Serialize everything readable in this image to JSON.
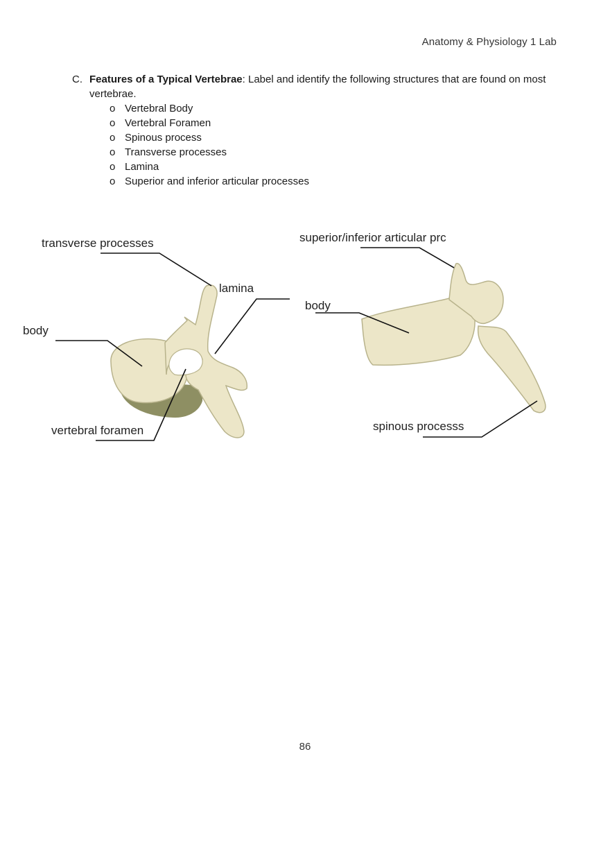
{
  "header": {
    "title": "Anatomy & Physiology 1 Lab"
  },
  "section": {
    "marker": "C.",
    "title": "Features of a Typical Vertebrae",
    "description": ": Label and identify the following structures that are found on most vertebrae.",
    "bullet": "o",
    "items": [
      "Vertebral Body",
      "Vertebral Foramen",
      "Spinous process",
      "Transverse processes",
      "Lamina",
      "Superior and inferior articular processes"
    ]
  },
  "figure_left": {
    "labels": {
      "transverse": "transverse processes",
      "lamina": "lamina",
      "body": "body",
      "foramen": "vertebral foramen"
    }
  },
  "figure_right": {
    "labels": {
      "articular": "superior/inferior articular prc",
      "body": "body",
      "spinous": "spinous processs"
    }
  },
  "colors": {
    "bone": "#ece6c8",
    "bone_shadow": "#b8b38c",
    "bone_dark": "#8e8f63",
    "leader": "#111111"
  },
  "footer": {
    "page_number": "86"
  }
}
